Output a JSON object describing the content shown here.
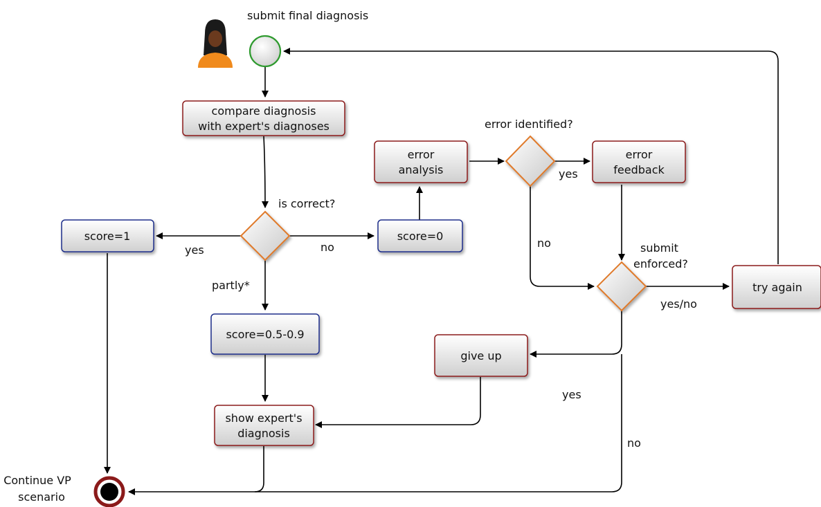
{
  "start": {
    "label": "submit final diagnosis",
    "actor_icon": "person-icon"
  },
  "end": {
    "label_line1": "Continue VP",
    "label_line2": "scenario"
  },
  "nodes": {
    "compare": {
      "line1": "compare diagnosis",
      "line2": "with expert's diagnoses"
    },
    "score_one": {
      "line1": "score=1"
    },
    "score_zero": {
      "line1": "score=0"
    },
    "score_partial": {
      "line1": "score=0.5-0.9"
    },
    "show_expert": {
      "line1": "show expert's",
      "line2": "diagnosis"
    },
    "error_analysis": {
      "line1": "error",
      "line2": "analysis"
    },
    "error_feedback": {
      "line1": "error",
      "line2": "feedback"
    },
    "give_up": {
      "line1": "give up"
    },
    "try_again": {
      "line1": "try again"
    }
  },
  "decisions": {
    "is_correct": {
      "label": "is correct?"
    },
    "error_identified": {
      "label": "error identified?"
    },
    "submit_enforced": {
      "line1": "submit",
      "line2": "enforced?"
    }
  },
  "edge_labels": {
    "correct_yes": "yes",
    "correct_no": "no",
    "correct_partly": "partly*",
    "identified_yes": "yes",
    "identified_no": "no",
    "enforced_yes_no": "yes/no",
    "enforced_yes": "yes",
    "enforced_no": "no"
  },
  "colors": {
    "task_border_red": "#8b1a1a",
    "task_border_blue": "#1f2f8a",
    "decision_border": "#e07a2b",
    "start_border": "#2e9a2e",
    "end_ring": "#8b1a1a",
    "actor_shirt": "#f08a1c"
  }
}
